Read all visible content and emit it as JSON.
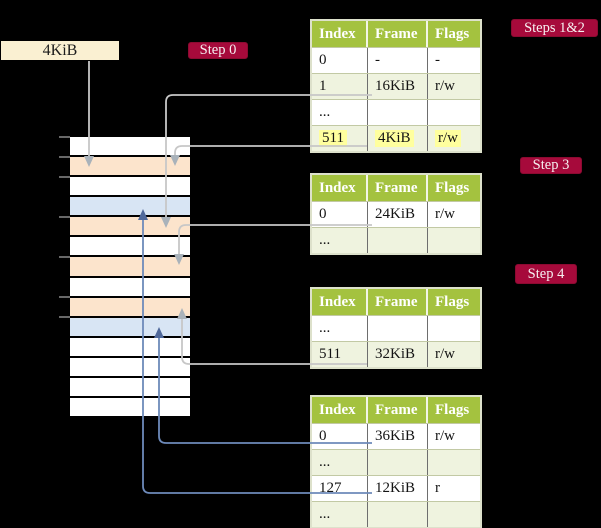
{
  "frame_box": {
    "label": "4KiB"
  },
  "badges": {
    "step0": "Step 0",
    "steps12": "Steps 1&2",
    "step3": "Step 3",
    "step4": "Step 4"
  },
  "memory_stack": {
    "rows": [
      "white",
      "peach",
      "white",
      "blue",
      "peach",
      "white",
      "peach",
      "white",
      "peach",
      "blue",
      "white",
      "white",
      "white",
      "white"
    ]
  },
  "tables": [
    {
      "name": "page-table-steps-1-2",
      "headers": [
        "Index",
        "Frame",
        "Flags"
      ],
      "rows": [
        {
          "cells": [
            "0",
            "-",
            "-"
          ]
        },
        {
          "cells": [
            "1",
            "16KiB",
            "r/w"
          ]
        },
        {
          "cells": [
            "...",
            "",
            ""
          ]
        },
        {
          "cells": [
            "511",
            "4KiB",
            "r/w"
          ],
          "highlighted": true
        }
      ]
    },
    {
      "name": "page-table-step-3",
      "headers": [
        "Index",
        "Frame",
        "Flags"
      ],
      "rows": [
        {
          "cells": [
            "0",
            "24KiB",
            "r/w"
          ]
        },
        {
          "cells": [
            "...",
            "",
            ""
          ]
        }
      ]
    },
    {
      "name": "page-table-step-4",
      "headers": [
        "Index",
        "Frame",
        "Flags"
      ],
      "rows": [
        {
          "cells": [
            "...",
            "",
            ""
          ]
        },
        {
          "cells": [
            "511",
            "32KiB",
            "r/w"
          ]
        }
      ]
    },
    {
      "name": "page-table-final",
      "headers": [
        "Index",
        "Frame",
        "Flags"
      ],
      "rows": [
        {
          "cells": [
            "0",
            "36KiB",
            "r/w"
          ]
        },
        {
          "cells": [
            "...",
            "",
            ""
          ]
        },
        {
          "cells": [
            "127",
            "12KiB",
            "r"
          ]
        },
        {
          "cells": [
            "...",
            "",
            ""
          ]
        }
      ]
    }
  ],
  "colors": {
    "background": "#000000",
    "badge_red": "#a60a3b",
    "header_green": "#a4c23f",
    "row_light_green": "#eff3df",
    "highlight_yellow": "#ffff9e",
    "stack_peach": "#fce4cc",
    "stack_blue": "#d8e5f4",
    "frame_box_cream": "#faf0d2",
    "arrow_gray": "#c7c7c7",
    "arrow_blue": "#6d8aba"
  }
}
